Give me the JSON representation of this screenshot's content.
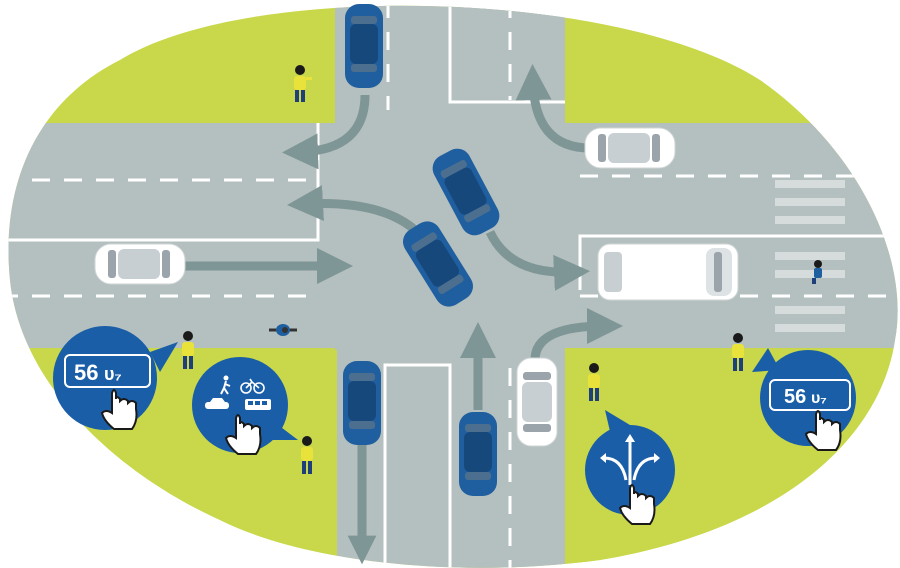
{
  "colors": {
    "grass": "#c8d84a",
    "road": "#b4bfbf",
    "road_dark": "#a3b0b0",
    "lane_mark": "#ffffff",
    "arrow": "#7f9696",
    "car_blue": "#1f5fa0",
    "car_blue_dark": "#17487c",
    "car_white": "#ffffff",
    "bubble": "#1a5ea8",
    "pedestrian_vest": "#e8e23a"
  },
  "bubbles": {
    "display_left": {
      "number": "56",
      "glyph": "ᴜ₇"
    },
    "display_right": {
      "number": "56",
      "glyph": "ᴜ₇"
    }
  },
  "icons": {
    "bubble_modes": [
      "pedestrian-icon",
      "bicycle-icon",
      "car-icon",
      "bus-icon",
      "hand-pointer-icon"
    ],
    "bubble_directions": [
      "arrow-left-icon",
      "arrow-up-icon",
      "arrow-right-icon",
      "hand-pointer-icon"
    ]
  }
}
